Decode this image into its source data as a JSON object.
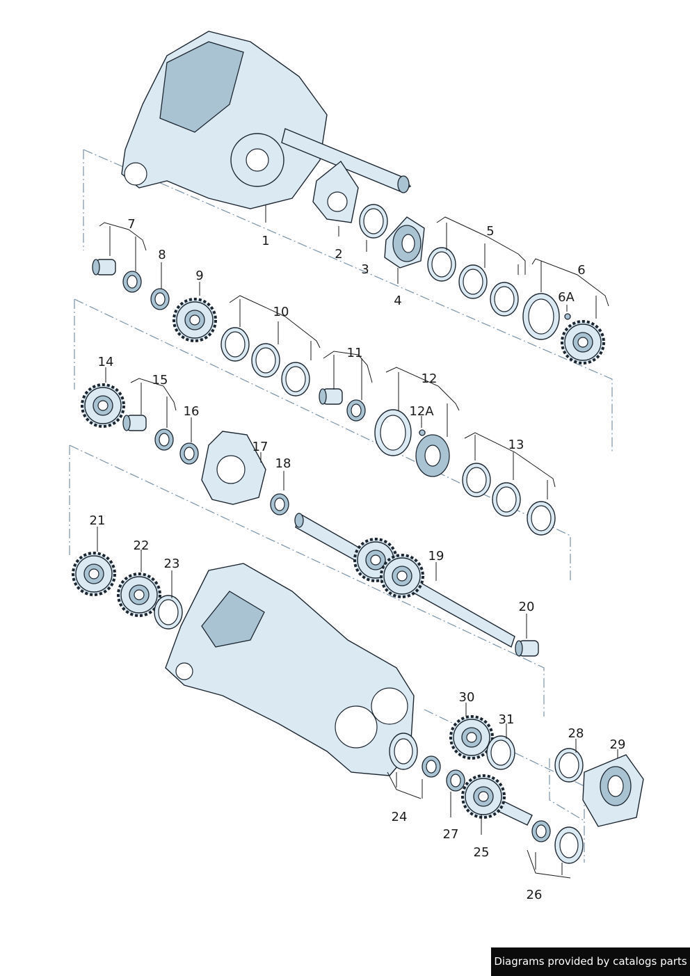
{
  "callouts": {
    "c1": "1",
    "c2": "2",
    "c3": "3",
    "c4": "4",
    "c5": "5",
    "c6": "6",
    "c6a": "6A",
    "c7": "7",
    "c8": "8",
    "c9": "9",
    "c10": "10",
    "c11": "11",
    "c12": "12",
    "c12a": "12A",
    "c13": "13",
    "c14": "14",
    "c15": "15",
    "c16": "16",
    "c17": "17",
    "c18": "18",
    "c19": "19",
    "c20": "20",
    "c21": "21",
    "c22": "22",
    "c23": "23",
    "c24": "24",
    "c25": "25",
    "c26": "26",
    "c27": "27",
    "c28": "28",
    "c29": "29",
    "c30": "30",
    "c31": "31"
  },
  "footer": {
    "credit": "Diagrams provided by catalogs parts"
  },
  "colors": {
    "part_fill": "#dbe9f2",
    "part_shade": "#a9c3d3",
    "outline": "#1c2630",
    "guide": "#7a93a8"
  }
}
